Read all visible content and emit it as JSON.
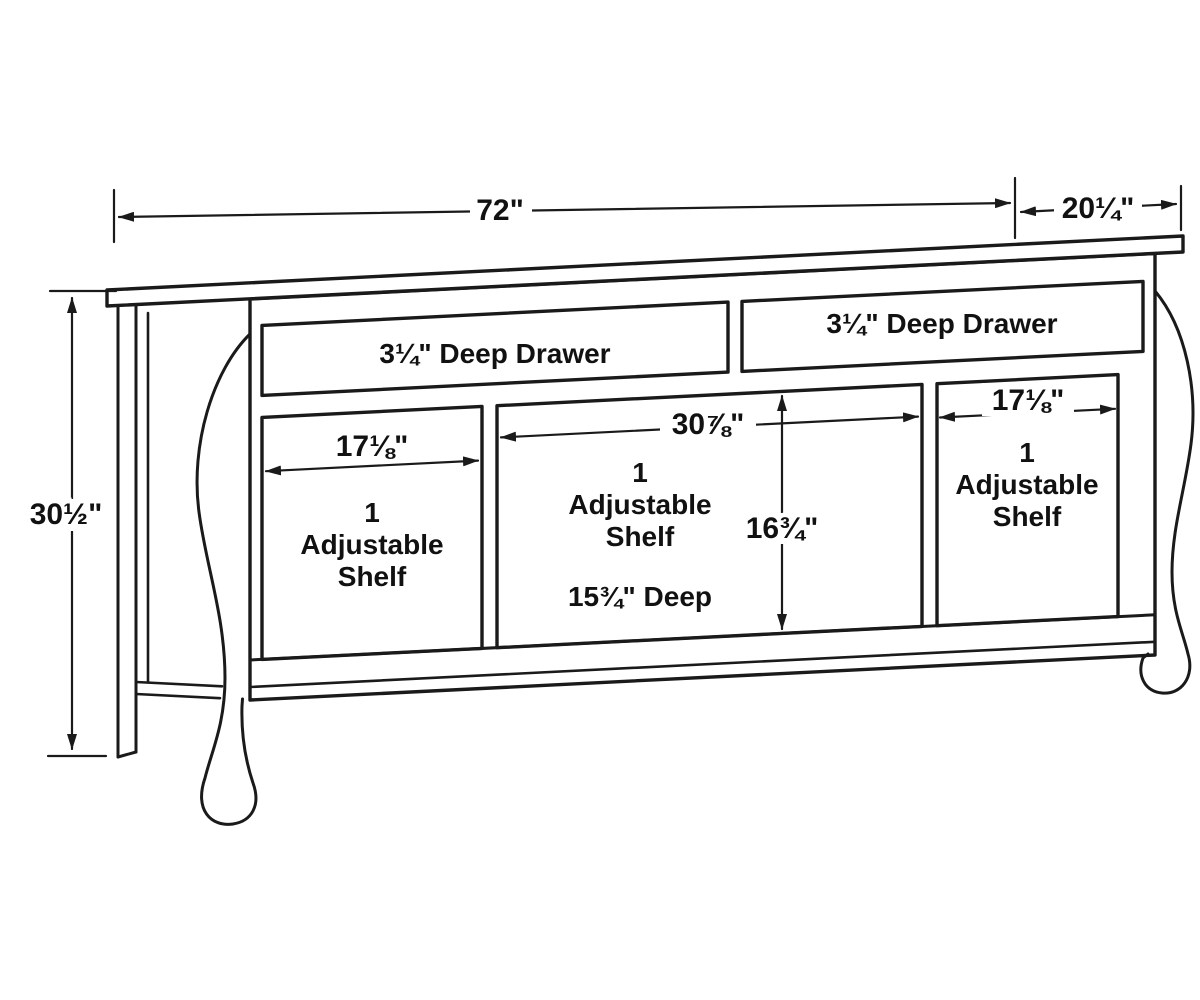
{
  "diagram": {
    "overall": {
      "width": "72\"",
      "depth": "20¼\"",
      "height": "30½\""
    },
    "drawers": {
      "left": "3¼\" Deep Drawer",
      "right": "3¼\" Deep Drawer"
    },
    "compartments": {
      "left": {
        "width": "17⅛\"",
        "shelf_line1": "1",
        "shelf_line2": "Adjustable",
        "shelf_line3": "Shelf"
      },
      "middle": {
        "width": "30⅞\"",
        "shelf_line1": "1",
        "shelf_line2": "Adjustable",
        "shelf_line3": "Shelf",
        "interior_height": "16¾\"",
        "interior_depth": "15¾\" Deep"
      },
      "right": {
        "width": "17⅛\"",
        "shelf_line1": "1",
        "shelf_line2": "Adjustable",
        "shelf_line3": "Shelf"
      }
    },
    "colors": {
      "line": "#1a1a1a",
      "background": "#ffffff"
    }
  }
}
